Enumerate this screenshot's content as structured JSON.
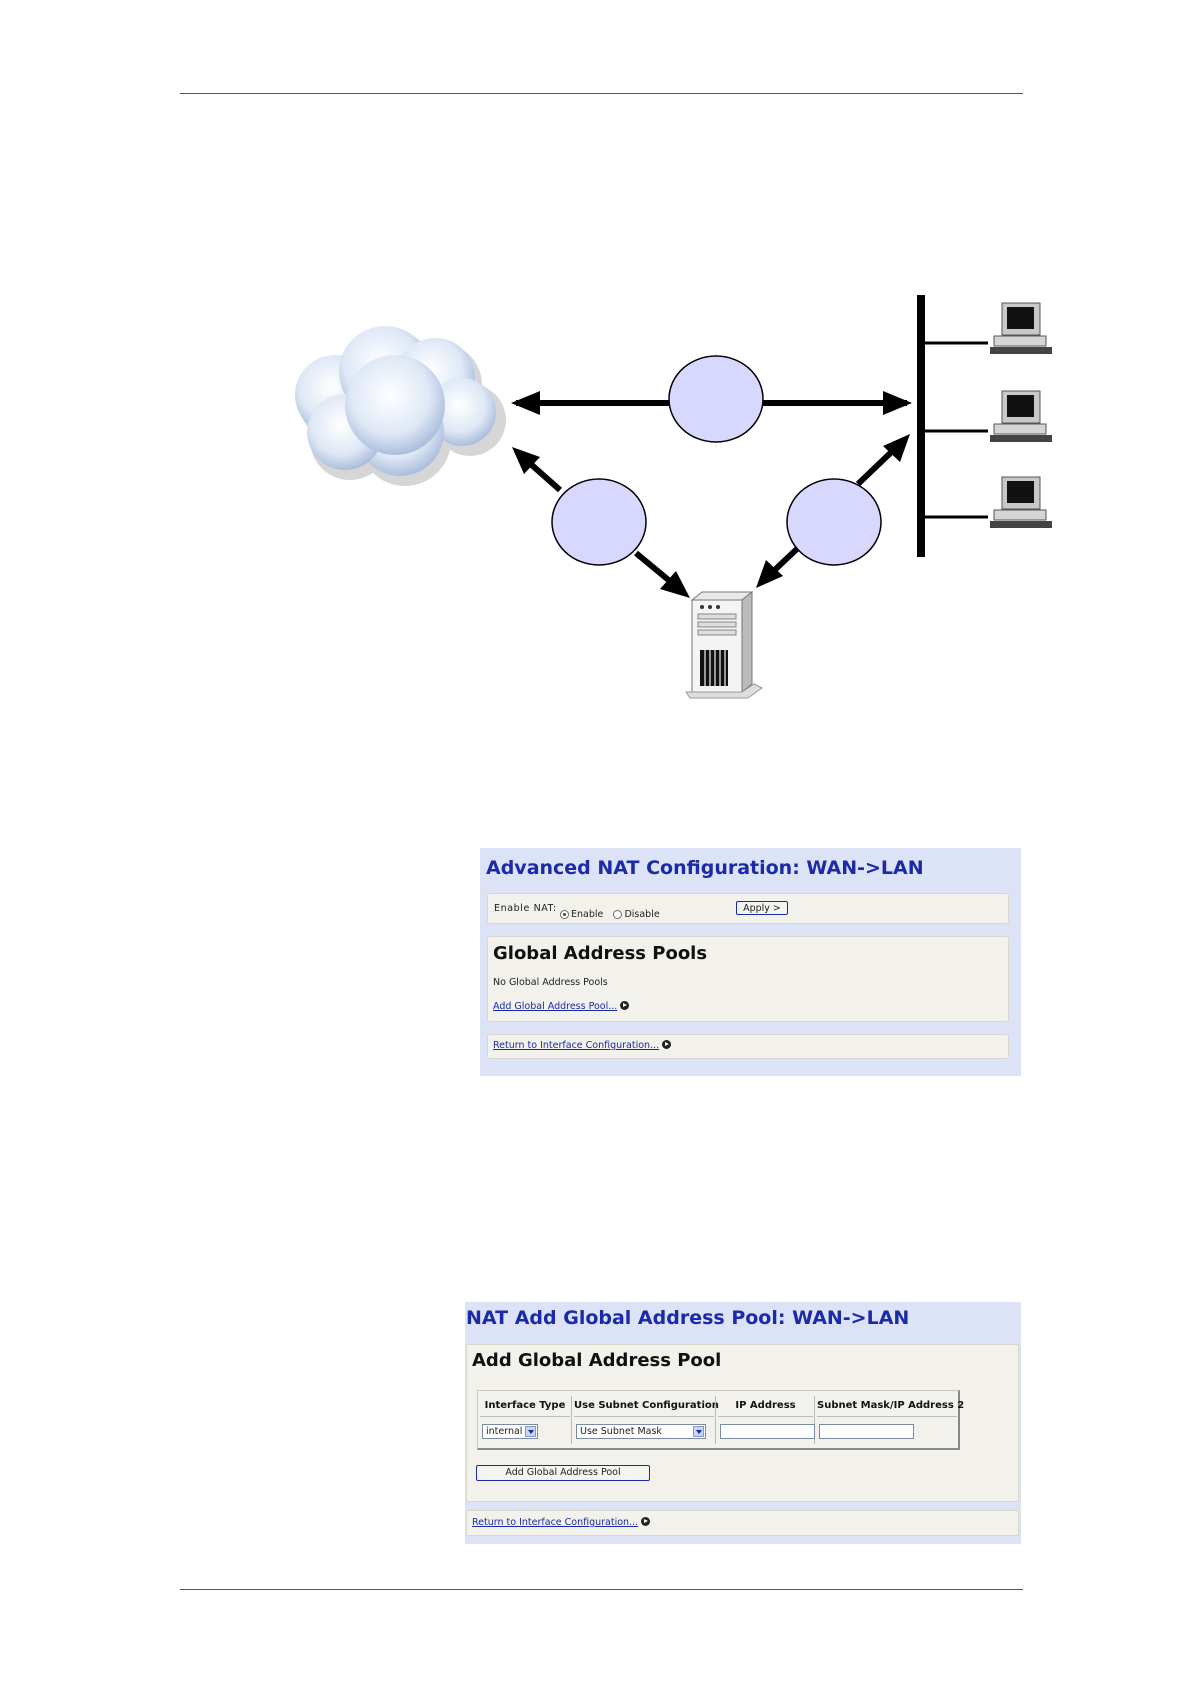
{
  "nat_config": {
    "title": "Advanced NAT Configuration: WAN->LAN",
    "enable_label": "Enable NAT:",
    "enable_option": "Enable",
    "disable_option": "Disable",
    "selected": "Enable",
    "apply_label": "Apply >",
    "pools_heading": "Global Address Pools",
    "no_pools_text": "No Global Address Pools",
    "add_pool_link": "Add Global Address Pool...",
    "return_link": "Return to Interface Configuration..."
  },
  "add_pool": {
    "title": "NAT Add Global Address Pool: WAN->LAN",
    "heading": "Add Global Address Pool",
    "columns": [
      "Interface Type",
      "Use Subnet Configuration",
      "IP Address",
      "Subnet Mask/IP Address 2"
    ],
    "interface_type_value": "internal",
    "subnet_config_value": "Use Subnet Mask",
    "ip_address_value": "",
    "subnet_mask_value": "",
    "add_button_label": "Add Global Address Pool",
    "return_link": "Return to Interface Configuration..."
  },
  "colors": {
    "panel_bg": "#dde3f7",
    "title_blue": "#1a2aa8",
    "node_fill": "#d8d8ff"
  },
  "diagram_icons": [
    "cloud-icon",
    "computer-icon",
    "server-tower-icon"
  ]
}
